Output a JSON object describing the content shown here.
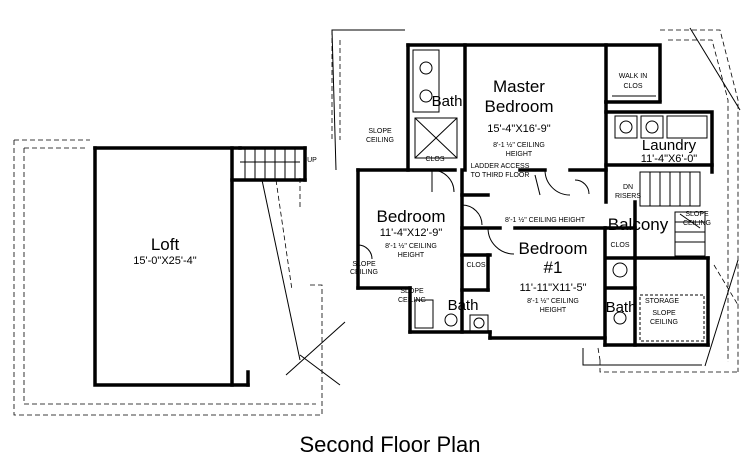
{
  "plan": {
    "caption": "Second Floor Plan",
    "rooms": {
      "master": {
        "name1": "Master",
        "name2": "Bedroom",
        "dim": "15'-4\"X16'-9\"",
        "ceil1": "8'-1 ½\" CEILING",
        "ceil2": "HEIGHT"
      },
      "loft": {
        "name": "Loft",
        "dim": "15'-0\"X25'-4\""
      },
      "bedroom2": {
        "name": "Bedroom",
        "dim": "11'-4\"X12'-9\"",
        "ceil1": "8'-1 ½\" CEILING",
        "ceil2": "HEIGHT"
      },
      "bedroom1": {
        "name1": "Bedroom",
        "name2": "#1",
        "dim": "11'-11\"X11'-5\"",
        "ceil1": "8'-1 ½\" CEILING",
        "ceil2": "HEIGHT"
      },
      "laundry": {
        "name": "Laundry",
        "dim": "11'-4\"X6'-0\""
      },
      "balcony": {
        "name": "Balcony"
      },
      "bath_master": {
        "name": "Bath"
      },
      "bath_mid": {
        "name": "Bath"
      },
      "bath_right": {
        "name": "Bath"
      }
    },
    "notes": {
      "walk_in_1": "WALK IN",
      "walk_in_2": "CLOS",
      "slope_ceiling_master_1": "SLOPE",
      "slope_ceiling_master_2": "CEILING",
      "up": "UP",
      "clos_master": "CLOS",
      "ladder_1": "LADDER ACCESS",
      "ladder_2": "TO THIRD FLOOR",
      "hall_ceiling": "8'-1 ½\" CEILING HEIGHT",
      "dn_1": "DN",
      "dn_2": "RISERS",
      "slope_ceiling_bal_1": "SLOPE",
      "slope_ceiling_bal_2": "CEILING",
      "clos_right": "CLOS",
      "clos_mid": "CLOS",
      "slope_ceiling_left_1": "SLOPE",
      "slope_ceiling_left_2": "CEILING",
      "slope_ceiling_bath_1": "SLOPE",
      "slope_ceiling_bath_2": "CEILING",
      "storage": "STORAGE",
      "slope_ceiling_right_1": "SLOPE",
      "slope_ceiling_right_2": "CEILING"
    }
  }
}
